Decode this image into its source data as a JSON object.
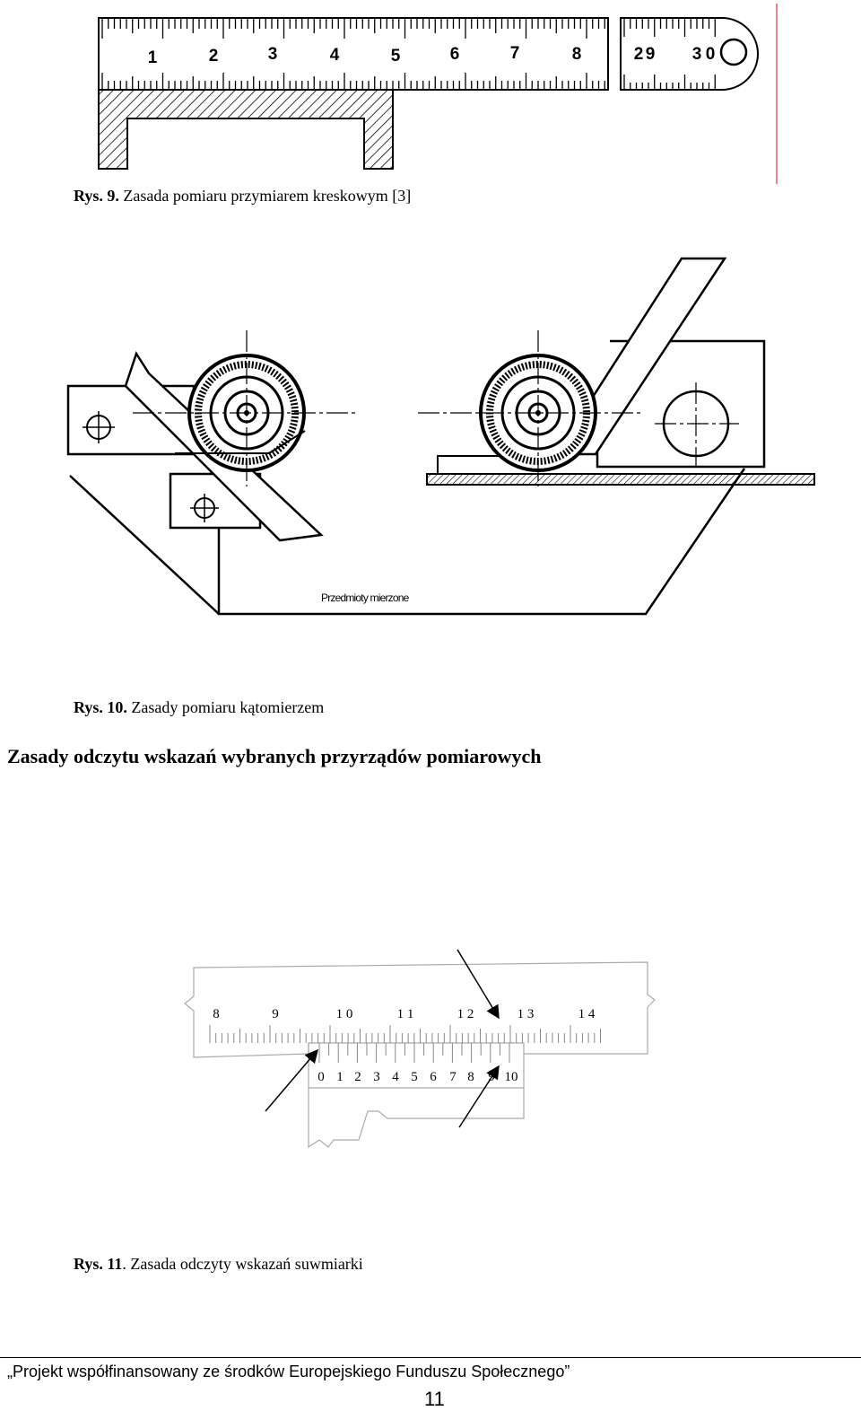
{
  "figure9": {
    "ruler_numbers": [
      "1",
      "2",
      "3",
      "4",
      "5",
      "6",
      "7",
      "8"
    ],
    "ruler_end_numbers": [
      "2",
      "9",
      "3",
      "0"
    ],
    "caption_label": "Rys. 9.",
    "caption_text": "Zasada pomiaru przymiarem kreskowym [3]"
  },
  "figure10": {
    "object_label": "Przedmioty mierzone",
    "caption_label": "Rys. 10.",
    "caption_text": "Zasady pomiaru kątomierzem"
  },
  "section_heading": "Zasady odczytu wskazań wybranych przyrządów pomiarowych",
  "figure11": {
    "main_scale_labels": [
      "8",
      "9",
      "1 0",
      "1 1",
      "1 2",
      "1 3",
      "1 4"
    ],
    "vernier_labels": [
      "0",
      "1",
      "2",
      "3",
      "4",
      "5",
      "6",
      "7",
      "8",
      "9",
      "10"
    ],
    "caption_label": "Rys. 11",
    "caption_text": ". Zasada odczyty wskazań suwmiarki"
  },
  "footer": {
    "text": "„Projekt współfinansowany ze środków Europejskiego Funduszu Społecznego”",
    "page_number": "11"
  }
}
